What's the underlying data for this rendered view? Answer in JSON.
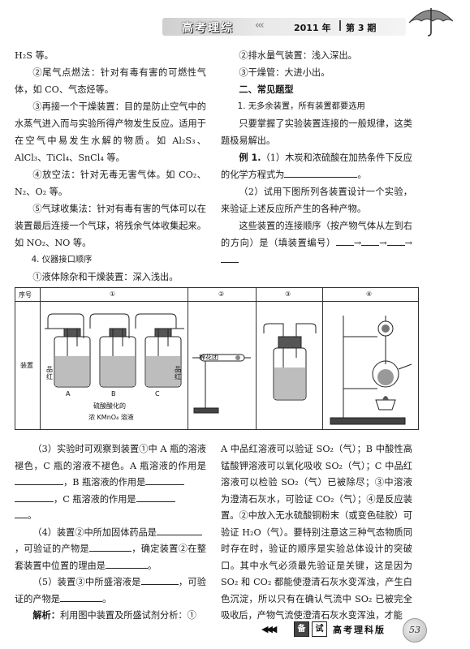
{
  "header": {
    "title": "高考理综",
    "chevrons": "‹‹‹",
    "issue_year": "2011 年",
    "issue_no": "第 3 期"
  },
  "left_column": [
    "H₂S 等。",
    "②尾气点燃法：针对有毒有害的可燃性气体，如 CO、气态烃等。",
    "③再接一个干燥装置：目的是防止空气中的水蒸气进入而与实验所得产物发生反应。适用于在空气中易发生水解的物质。如 Al₂S₃、AlCl₃、TiCl₄、SnCl₄ 等。",
    "④放空法：针对无毒无害气体。如 CO₂、N₂、O₂ 等。",
    "⑤气球收集法：针对有毒有害的气体可以在装置最后连接一个气球，将残余气体收集起来。如 NO₂、NO 等。",
    "4. 仪器接口顺序",
    "①液体除杂和干燥装置：深入浅出。"
  ],
  "right_column": {
    "items": [
      "②排水量气装置：浅入深出。",
      "③干燥管：大进小出。"
    ],
    "section_heading": "二、常见题型",
    "subheading": "1. 无多余装置，所有装置都要选用",
    "intro": "只要掌握了实验装置连接的一般规律，这类题极易解出。",
    "example_label": "例 1.",
    "example_q1": "（1）木炭和浓硫酸在加热条件下反应的化学方程式为",
    "example_q1_end": "。",
    "example_q2": "（2）试用下图所列各装置设计一个实验，来验证上述反应所产生的各种产物。",
    "example_q3": "这些装置的连接顺序（按产物气体从左到右的方向）是（填装置编号）",
    "arrow": "→"
  },
  "table": {
    "col_header": "序号",
    "row_header": "装置",
    "numbers": [
      "①",
      "②",
      "③",
      "④"
    ],
    "labels": {
      "pin_hong": "品红",
      "bottle_a": "A",
      "bottle_b": "B",
      "bottle_c": "C",
      "caption_1": "硫酸酸化的",
      "caption_2": "浓 KMnO₄ 溶液",
      "cotton": "棉花团"
    }
  },
  "bottom_left": [
    "（3）实验时可观察到装置①中 A 瓶的溶液褪色，C 瓶的溶液不褪色。A 瓶溶液的作用是",
    "，B 瓶溶液的作用是",
    "，C 瓶溶液的作用是",
    "。",
    "（4）装置②中所加固体药品是",
    "，可验证的产物是",
    "，确定装置②在整套装置中位置的理由是",
    "。",
    "（5）装置③中所盛溶液是",
    "，可验证的产物是",
    "。",
    "解析：",
    "利用图中装置及所盛试剂分析：①"
  ],
  "bottom_right": [
    "A 中品红溶液可以验证 SO₂（气）；B 中酸性高锰酸钾溶液可以氧化吸收 SO₂（气）；C 中品红溶液可以检验 SO₂（气）已被除尽；③中溶液为澄清石灰水，可验证 CO₂（气）；④是反应装置。②中放入无水硫酸铜粉末（或变色硅胶）可验证 H₂O（气）。要特别注意这三种气态物质同时存在时，验证的顺序是实验总体设计的突破口。其中水气必须最先验证是关键，这是因为 SO₂ 和 CO₂ 都能使澄清石灰水变浑浊，产生白色沉淀，所以只有在确认气流中 SO₂ 已被完全吸收后，产物气流使澄清石灰水变浑浊，才能"
  ],
  "footer": {
    "arrows": "◀◀◀",
    "box1": "备",
    "box2": "试",
    "rest": "高考理科版",
    "page": "53"
  }
}
